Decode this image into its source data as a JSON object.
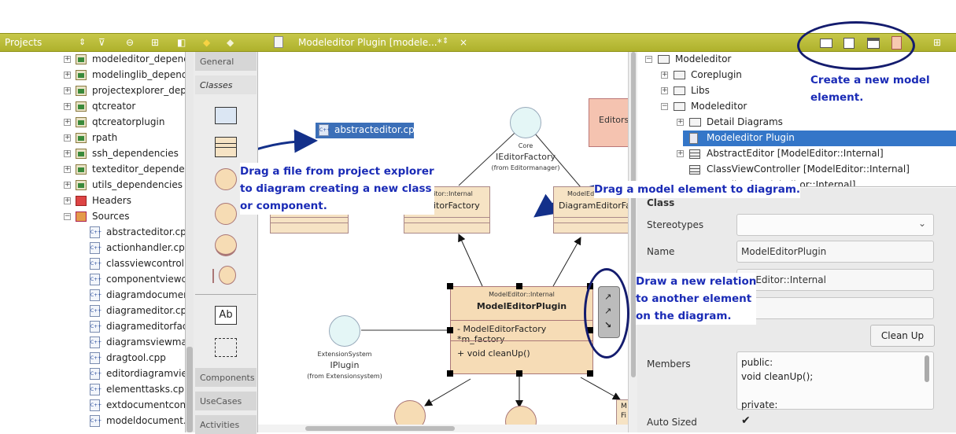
{
  "toolbar": {
    "projects_label": "Projects",
    "tab_title": "Modeleditor Plugin [modele...*",
    "tab_close": "×"
  },
  "project_tree": {
    "items": [
      {
        "label": "modeleditor_depend",
        "kind": "project",
        "expanded": false
      },
      {
        "label": "modelinglib_depende",
        "kind": "project",
        "expanded": false
      },
      {
        "label": "projectexplorer_depe",
        "kind": "project",
        "expanded": false
      },
      {
        "label": "qtcreator",
        "kind": "project",
        "expanded": false
      },
      {
        "label": "qtcreatorplugin",
        "kind": "project",
        "expanded": false
      },
      {
        "label": "rpath",
        "kind": "project",
        "expanded": false
      },
      {
        "label": "ssh_dependencies",
        "kind": "project",
        "expanded": false
      },
      {
        "label": "texteditor_depender",
        "kind": "project",
        "expanded": false
      },
      {
        "label": "utils_dependencies",
        "kind": "project",
        "expanded": false
      },
      {
        "label": "Headers",
        "kind": "headers",
        "expanded": false
      },
      {
        "label": "Sources",
        "kind": "sources",
        "expanded": true
      }
    ],
    "files": [
      "abstracteditor.cpp",
      "actionhandler.cpp",
      "classviewcontroll",
      "componentviewcc",
      "diagramdocument",
      "diagrameditor.cpp",
      "diagrameditorfact",
      "diagramsviewmar",
      "dragtool.cpp",
      "editordiagramviev",
      "elementtasks.cpp",
      "extdocumentcont",
      "modeldocument.c"
    ]
  },
  "palette": {
    "general": "General",
    "classes": "Classes",
    "text_tool": "Ab",
    "components": "Components",
    "usecases": "UseCases",
    "activities": "Activities"
  },
  "diagram": {
    "dragged_file": "abstracteditor.cpp",
    "core_lollipop": {
      "stereo": "Core",
      "name": "IEditorFactory",
      "from": "(from Editormanager)"
    },
    "ext_lollipop": {
      "stereo": "ExtensionSystem",
      "name": "IPlugin",
      "from": "(from Extensionsystem)"
    },
    "editors_package": "Editors",
    "factory_left": {
      "ns": "elEditor::Internal",
      "name": "lEditorFactory"
    },
    "factory_right": {
      "ns": "ModelEd",
      "name": "DiagramEditorFac"
    },
    "main_class": {
      "ns": "ModelEditor::Internal",
      "name": "ModelEditorPlugin",
      "attribute": "- ModelEditorFactory *m_factory",
      "operation": "+ void cleanUp()"
    },
    "bottom_right_stub": "M Fi"
  },
  "model_tree": {
    "items": [
      {
        "label": "Modeleditor",
        "indent": 0,
        "icon": "folder",
        "expand": "minus"
      },
      {
        "label": "Coreplugin",
        "indent": 1,
        "icon": "folder",
        "expand": "plus"
      },
      {
        "label": "Libs",
        "indent": 1,
        "icon": "folder",
        "expand": "plus"
      },
      {
        "label": "Modeleditor",
        "indent": 1,
        "icon": "folder",
        "expand": "minus"
      },
      {
        "label": "Detail Diagrams",
        "indent": 2,
        "icon": "folder",
        "expand": "plus"
      },
      {
        "label": "Modeleditor Plugin",
        "indent": 2,
        "icon": "page",
        "expand": "none",
        "selected": true
      },
      {
        "label": "AbstractEditor [ModelEditor::Internal]",
        "indent": 2,
        "icon": "class",
        "expand": "plus"
      },
      {
        "label": "ClassViewController [ModelEditor::Internal]",
        "indent": 2,
        "icon": "class",
        "expand": "none"
      },
      {
        "label": "ontroller [ModelEditor::Internal]",
        "indent": 2,
        "icon": "none",
        "expand": "none"
      }
    ]
  },
  "properties": {
    "section": "Class",
    "stereotypes_label": "Stereotypes",
    "stereotypes_value": "",
    "name_label": "Name",
    "name_value": "ModelEditorPlugin",
    "namespace_value": "delEditor::Internal",
    "cleanup_button": "Clean Up",
    "members_label": "Members",
    "members_line1": "public:",
    "members_line2": "void cleanUp();",
    "members_line3": "private:",
    "autosized_label": "Auto Sized",
    "autosized_checked": true
  },
  "annotations": {
    "create_element": "Create a new model\nelement.",
    "drag_file": "Drag a file from project explorer\nto diagram creating a new class\nor component.",
    "drag_model": "Drag a model element to diagram.",
    "draw_relation": "Draw a new relation\nto another element\non the diagram."
  },
  "colors": {
    "toolbar": "#b4b632",
    "selection": "#3476c8",
    "annotation_text": "#1a2bb6",
    "class_fill": "#f6e3c4",
    "lollipop_fill": "#e4f6f6"
  }
}
